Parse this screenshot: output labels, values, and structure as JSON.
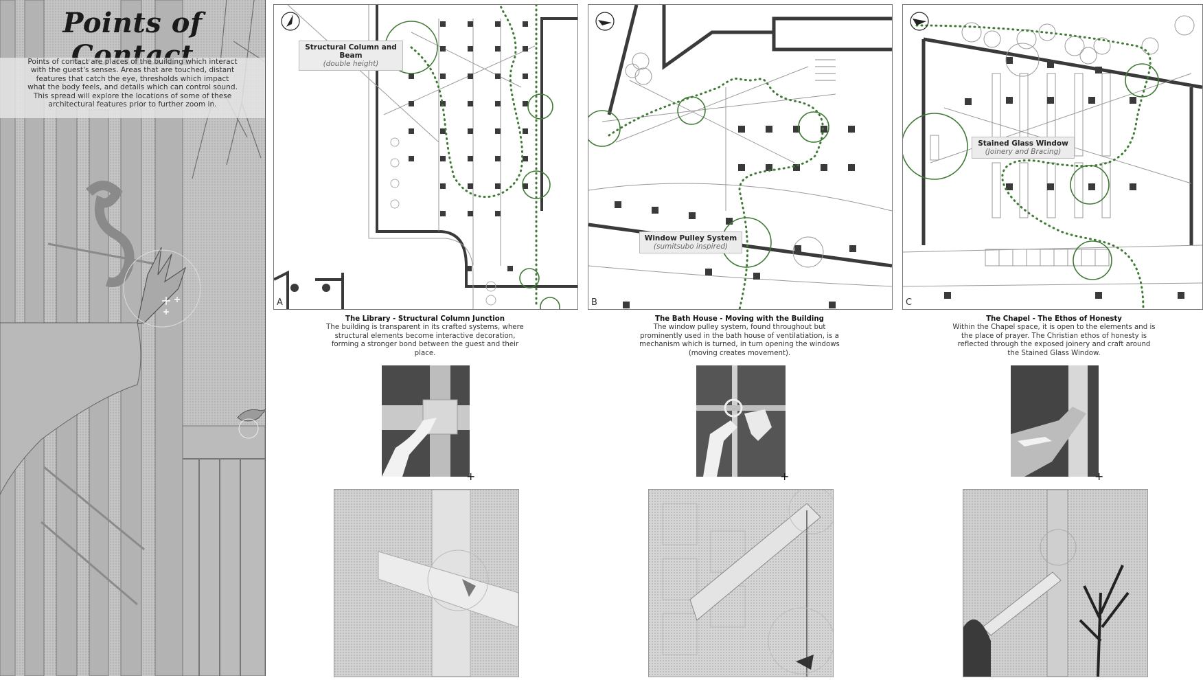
{
  "hero": {
    "title": "Points of Contact",
    "intro": "Points of contact are places of the building which interact with the guest's senses. Areas that are touched, distant features that catch the eye, thresholds which impact what the body feels, and details which can control sound. This spread will explore the locations of some of these architectural features prior to further zoom in."
  },
  "plans": [
    {
      "letter": "A",
      "callout_title": "Structural Column and Beam",
      "callout_sub": "(double height)",
      "north_icon": "north-arrow-icon"
    },
    {
      "letter": "B",
      "callout_title": "Window Pulley System",
      "callout_sub": "(sumitsubo inspired)",
      "north_icon": "north-arrow-icon"
    },
    {
      "letter": "C",
      "callout_title": "Stained Glass Window",
      "callout_sub": "(Joinery and Bracing)",
      "north_icon": "north-arrow-icon"
    }
  ],
  "captions": [
    {
      "heading": "The Library - Structural Column Junction",
      "body": "The building is transparent in its crafted systems, where structural elements become interactive decoration, forming a stronger bond between the guest and their place."
    },
    {
      "heading": "The Bath House - Moving with the Building",
      "body": "The window pulley system, found throughout but prominently used in the bath house of ventilatiation, is a mechanism which is turned, in turn opening the windows (moving creates movement)."
    },
    {
      "heading": "The Chapel - The Ethos of Honesty",
      "body": "Within the Chapel space, it is open to the elements and is the place of prayer. The Christian ethos of honesty is reflected through the exposed joinery and craft around the Stained Glass Window."
    }
  ],
  "marker_symbol": "+",
  "colors": {
    "route_green": "#3f7a35",
    "wall_dark": "#3a3a3a",
    "column": "#3a3a3a"
  }
}
